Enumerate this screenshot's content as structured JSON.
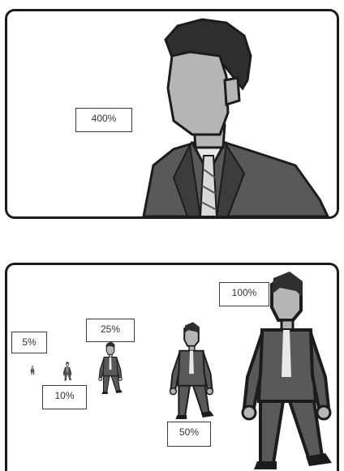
{
  "top_panel": {
    "scale_label": "400%"
  },
  "bottom_panel": {
    "labels": [
      "5%",
      "10%",
      "25%",
      "50%",
      "100%"
    ]
  },
  "colors": {
    "outline": "#1c1c1c",
    "suit": "#595959",
    "suit_dark": "#3c3c3c",
    "hair": "#2f2f2f",
    "face": "#b5b5b5",
    "shirt": "#e8e8e8",
    "tie": "#d9d9d9"
  }
}
